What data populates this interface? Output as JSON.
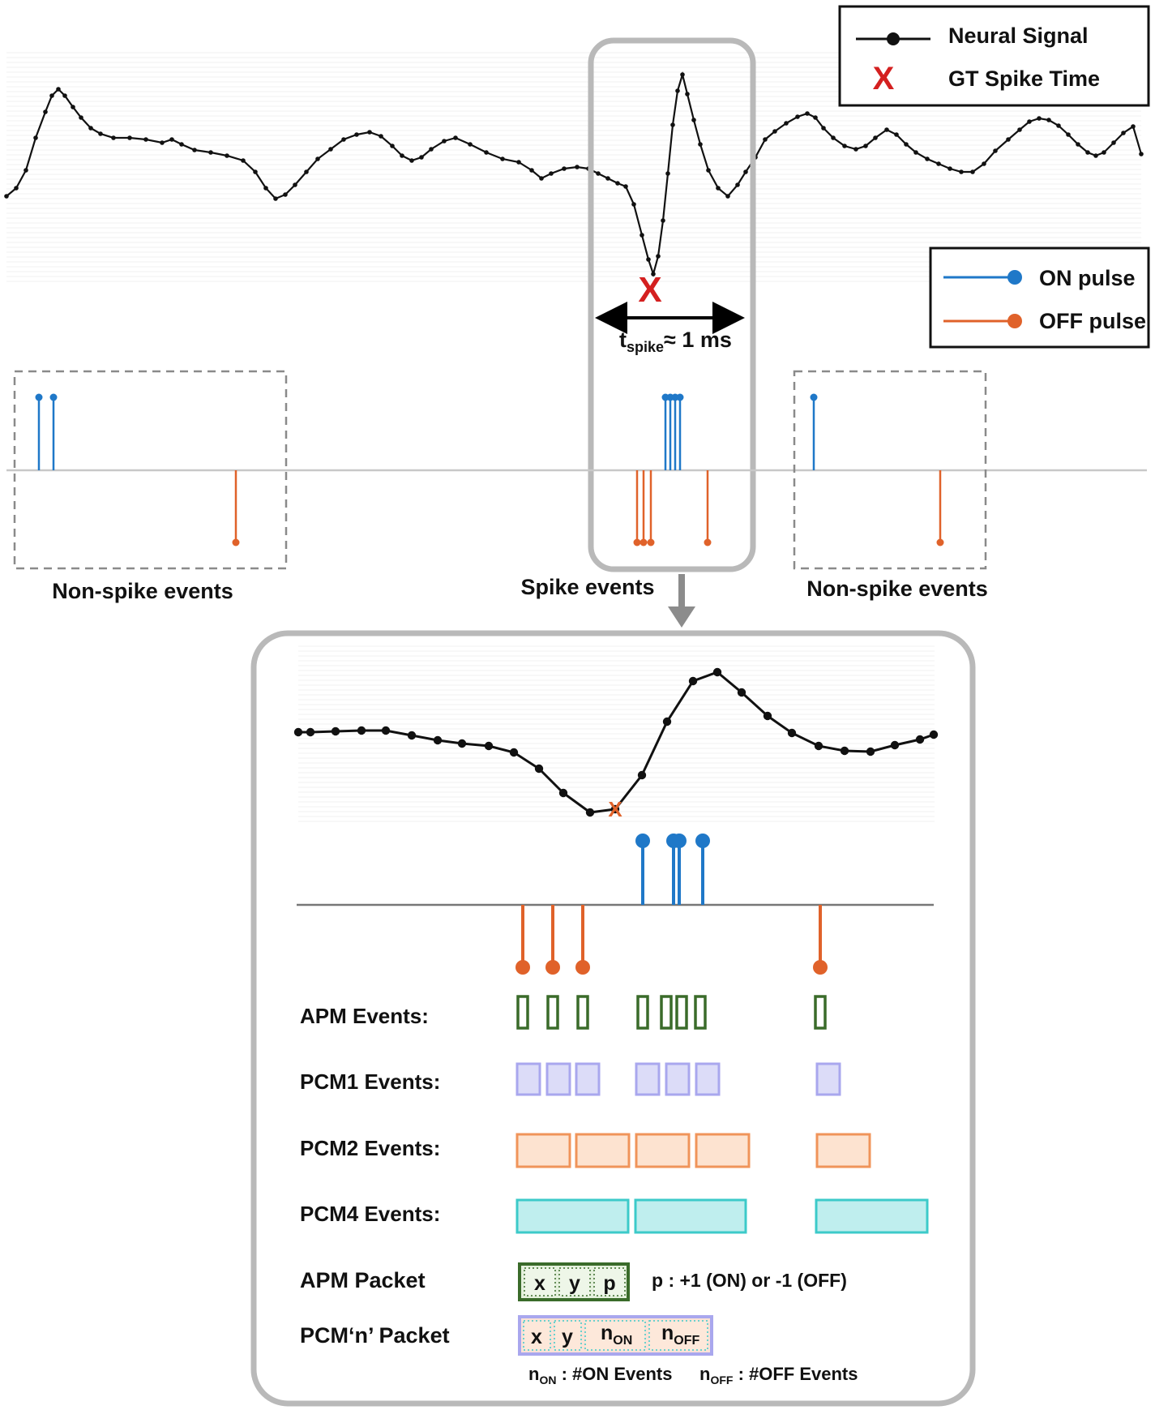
{
  "legend_signal": {
    "neural_signal": "Neural Signal",
    "gt_spike_time": "GT Spike Time",
    "marker_x": "X"
  },
  "legend_pulse": {
    "on_pulse": "ON pulse",
    "off_pulse": "OFF pulse"
  },
  "tspike": {
    "t": "t",
    "sub": "spike",
    "rest": "≈ 1 ms"
  },
  "captions": {
    "non_spike_left": "Non-spike events",
    "spike": "Spike events",
    "non_spike_right": "Non-spike events"
  },
  "rows": {
    "apm": "APM Events:",
    "pcm1": "PCM1 Events:",
    "pcm2": "PCM2 Events:",
    "pcm4": "PCM4 Events:",
    "apm_packet": "APM Packet",
    "pcmn_packet": "PCM‘n’ Packet"
  },
  "apm_packet": {
    "fields": [
      "x",
      "y",
      "p"
    ],
    "note": "p : +1  (ON) or -1 (OFF)"
  },
  "pcmn_packet": {
    "x": "x",
    "y": "y",
    "n": "n",
    "on_sub": "ON",
    "off_sub": "OFF"
  },
  "footnote": {
    "n1": "n",
    "n1_sub": "ON",
    "n1_text": " : #ON Events",
    "n2": "n",
    "n2_sub": "OFF",
    "n2_text": " : #OFF Events"
  },
  "colors": {
    "on": "#1f78c8",
    "off": "#e0622a",
    "apm": "#3a6b2a",
    "pcm1_fill": "#dcdcf8",
    "pcm1_stroke": "#a9a7ee",
    "pcm2_fill": "#fde3d0",
    "pcm2_stroke": "#f0945a",
    "pcm4_fill": "#bfeeee",
    "pcm4_stroke": "#3ccac9",
    "gt_marker": "#d42020"
  }
}
